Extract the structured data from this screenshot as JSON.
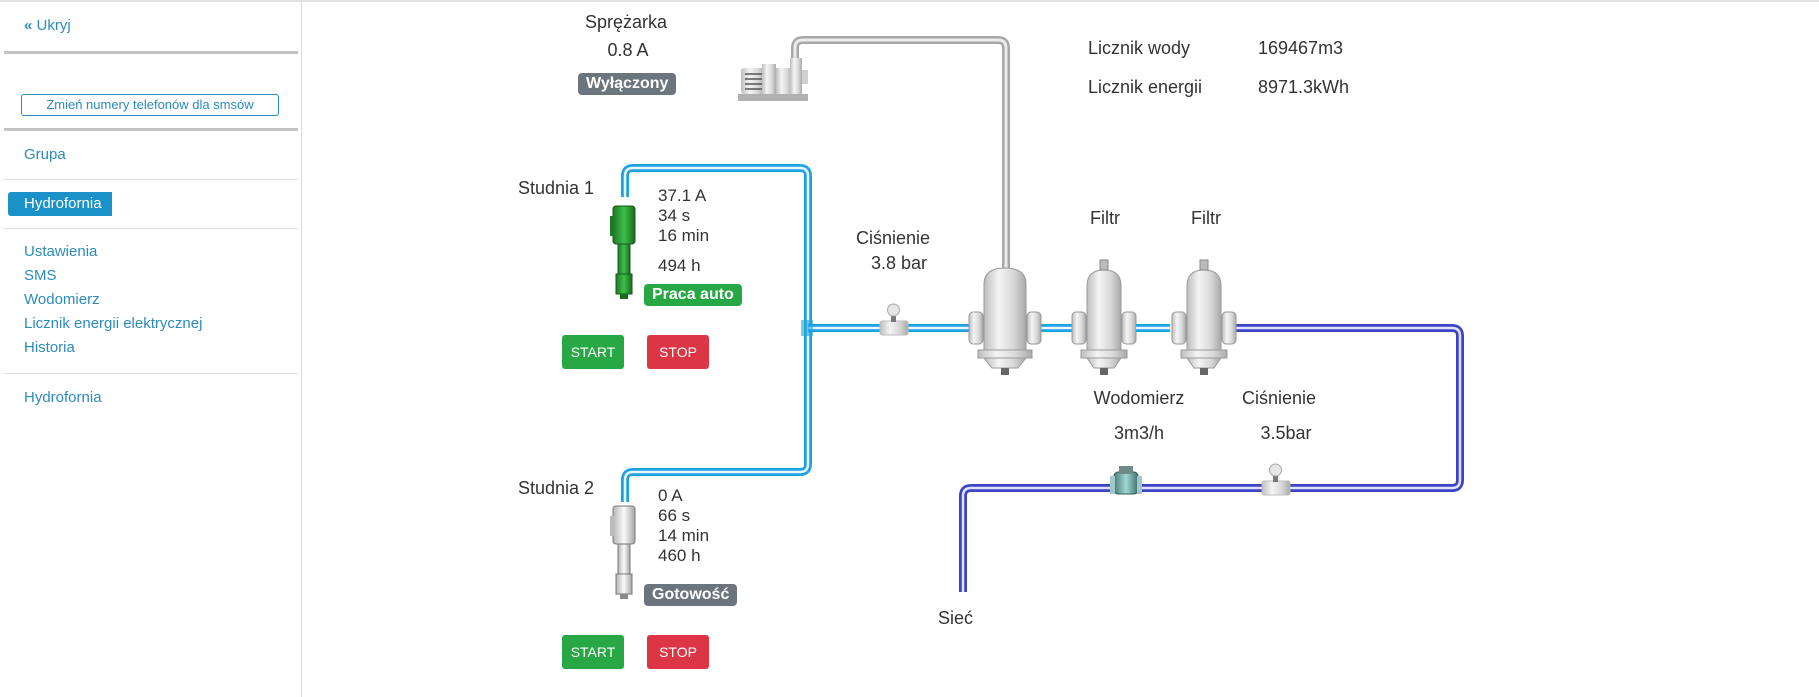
{
  "sidebar": {
    "hide_label": "Ukryj",
    "sms_button": "Zmień numery telefonów dla smsów",
    "group_label": "Grupa",
    "active_group": "Hydrofornia",
    "menu": [
      "Ustawienia",
      "SMS",
      "Wodomierz",
      "Licznik energii elektrycznej",
      "Historia"
    ],
    "bottom_item": "Hydrofornia"
  },
  "compressor": {
    "title": "Sprężarka",
    "current": "0.8 A",
    "status": "Wyłączony"
  },
  "counters": {
    "water_label": "Licznik wody",
    "water_value": "169467m3",
    "energy_label": "Licznik energii",
    "energy_value": "8971.3kWh"
  },
  "well1": {
    "title": "Studnia 1",
    "current": "37.1 A",
    "seconds": "34 s",
    "minutes": "16 min",
    "hours": "494 h",
    "status": "Praca auto",
    "start_label": "START",
    "stop_label": "STOP"
  },
  "well2": {
    "title": "Studnia 2",
    "current": "0 A",
    "seconds": "66 s",
    "minutes": "14 min",
    "hours": "460 h",
    "status": "Gotowość",
    "start_label": "START",
    "stop_label": "STOP"
  },
  "pressure1": {
    "label": "Ciśnienie",
    "value": "3.8 bar"
  },
  "filters": [
    "Filtr",
    "Filtr"
  ],
  "water_meter": {
    "label": "Wodomierz",
    "value": "3m3/h"
  },
  "pressure2": {
    "label": "Ciśnienie",
    "value": "3.5bar"
  },
  "network_label": "Sieć",
  "colors": {
    "link": "#2a8bbf",
    "active": "#1a91c9",
    "status_running": "#28a745",
    "status_idle": "#6c757d",
    "start": "#28a745",
    "stop": "#dc3545",
    "pipe_well": "#1fa3e0",
    "pipe_network": "#3a44c4",
    "pipe_air": "#b8b8b8"
  }
}
